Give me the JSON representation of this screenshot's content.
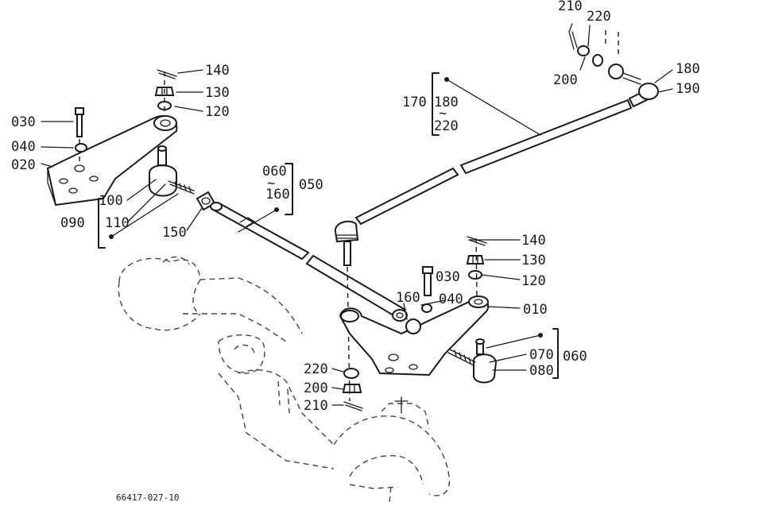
{
  "figure_code": "66417-027-10",
  "labels": {
    "l010": "010",
    "l020": "020",
    "l030a": "030",
    "l030b": "030",
    "l040a": "040",
    "l040b": "040",
    "l050": "050",
    "l060a": "060",
    "l060b": "060",
    "l070": "070",
    "l080": "080",
    "l090": "090",
    "l100": "100",
    "l110": "110",
    "l120a": "120",
    "l120b": "120",
    "l130a": "130",
    "l130b": "130",
    "l140a": "140",
    "l140b": "140",
    "l150": "150",
    "l160a": "160",
    "l160b": "160",
    "l170": "170",
    "l180a": "180",
    "l180b": "180",
    "l190": "190",
    "l200a": "200",
    "l200b": "200",
    "l210a": "210",
    "l210b": "210",
    "l220a": "220",
    "l220b": "220",
    "l220c": "220"
  },
  "colors": {
    "ink": "#1a1a1a",
    "paper": "#ffffff"
  }
}
